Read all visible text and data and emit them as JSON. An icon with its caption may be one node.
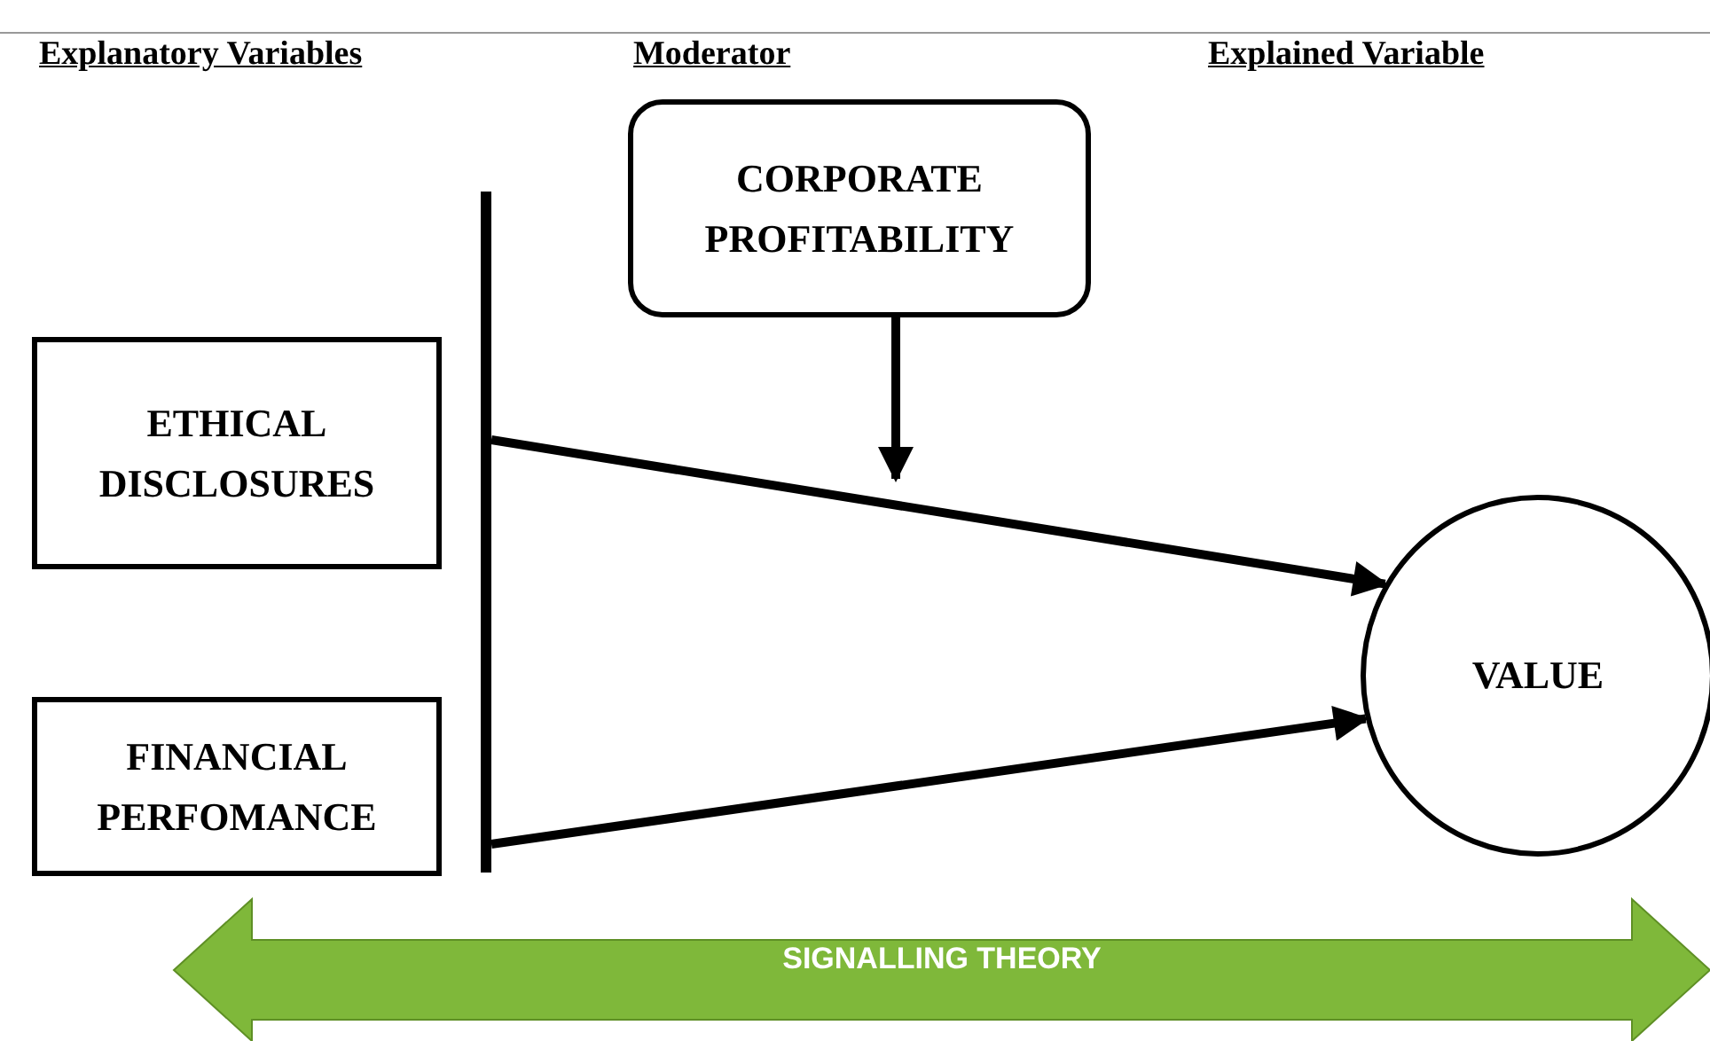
{
  "diagram": {
    "nodes": [
      {
        "text": [
          "CORPORATE PROFITABILITY"
        ]
      },
      {
        "text": [
          "ETHICAL DISCLOSURES"
        ]
      },
      {
        "text": [
          "FINANCIAL PERFOMANCE"
        ]
      },
      {
        "text": [],
        "shape": "bar"
      },
      {
        "text": [
          "VALUE"
        ]
      },
      {
        "text": [
          "SIGNALLING THEORY"
        ]
      }
    ],
    "edges": [
      {
        "from": 3,
        "to": 4,
        "arrow": "to"
      },
      {
        "from": 3,
        "to": 4,
        "arrow": "to"
      },
      {
        "from": 0,
        "to": null,
        "arrow": "to"
      }
    ],
    "labels": [
      "Explanatory Variables",
      "Moderator",
      "Explained Variable"
    ]
  }
}
